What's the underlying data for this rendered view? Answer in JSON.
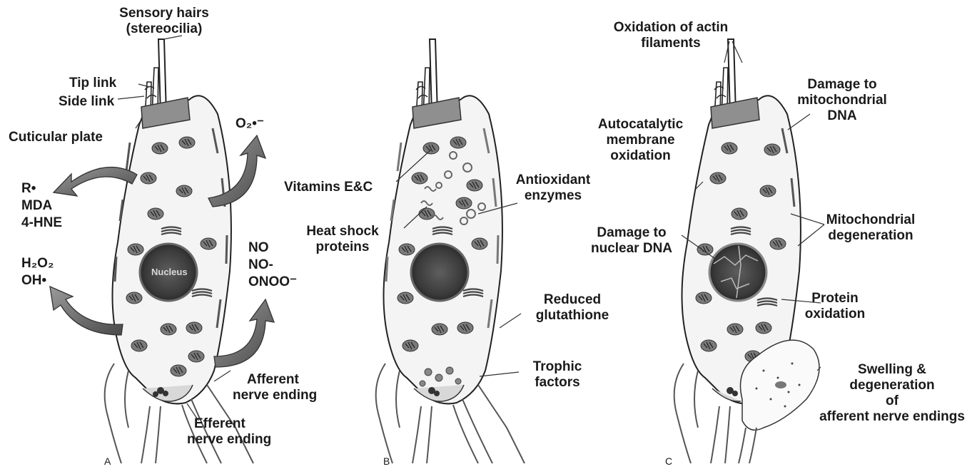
{
  "panels": {
    "A": {
      "letter": "A",
      "labels": {
        "sensory_hairs": "Sensory hairs",
        "stereocilia": "(stereocilia)",
        "tip_link": "Tip link",
        "side_link": "Side link",
        "cuticular_plate": "Cuticular plate",
        "superoxide": "O₂•⁻",
        "r_radical": "R•",
        "mda": "MDA",
        "hne": "4-HNE",
        "h2o2": "H₂O₂",
        "oh": "OH•",
        "no": "NO",
        "no_minus": "NO-",
        "onoo": "ONOO⁻",
        "nucleus": "Nucleus",
        "afferent_1": "Afferent",
        "afferent_2": "nerve ending",
        "efferent_1": "Efferent",
        "efferent_2": "nerve ending"
      }
    },
    "B": {
      "letter": "B",
      "labels": {
        "vitamins": "Vitamins E&C",
        "antioxidant_1": "Antioxidant",
        "antioxidant_2": "enzymes",
        "heat_shock_1": "Heat shock",
        "heat_shock_2": "proteins",
        "reduced_1": "Reduced",
        "reduced_2": "glutathione",
        "trophic_1": "Trophic",
        "trophic_2": "factors"
      }
    },
    "C": {
      "letter": "C",
      "labels": {
        "oxidation_actin_1": "Oxidation of actin",
        "oxidation_actin_2": "filaments",
        "damage_mito_1": "Damage to",
        "damage_mito_2": "mitochondrial",
        "damage_mito_3": "DNA",
        "autocat_1": "Autocatalytic",
        "autocat_2": "membrane",
        "autocat_3": "oxidation",
        "mito_degen_1": "Mitochondrial",
        "mito_degen_2": "degeneration",
        "damage_nuclear_1": "Damage to",
        "damage_nuclear_2": "nuclear DNA",
        "protein_ox_1": "Protein",
        "protein_ox_2": "oxidation",
        "swelling_1": "Swelling &",
        "swelling_2": "degeneration",
        "swelling_3": "of",
        "swelling_4": "afferent nerve endings"
      }
    }
  }
}
